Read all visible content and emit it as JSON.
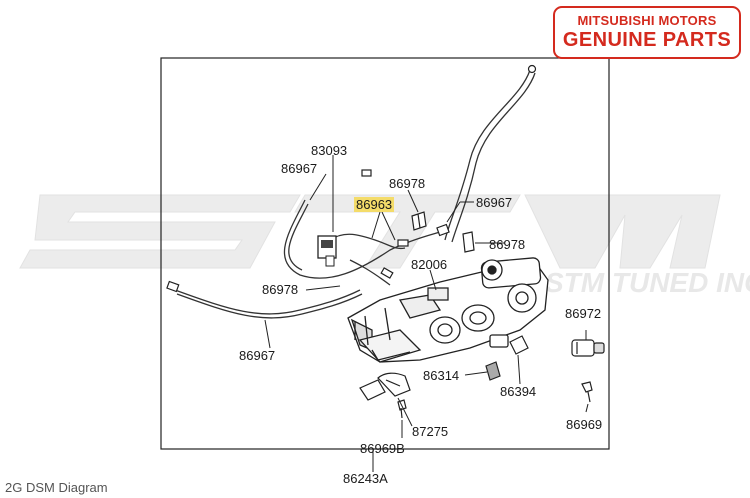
{
  "badge": {
    "line1": "MITSUBISHI MOTORS",
    "line2": "GENUINE PARTS",
    "color": "#d42a1e"
  },
  "watermark": {
    "text": "STM",
    "subtext": "STM TUNED INC.",
    "color": "#e6e6e6"
  },
  "caption": "2G DSM Diagram",
  "highlight_color": "#f4dc6a",
  "parts": {
    "p83093": "83093",
    "p86967_a": "86967",
    "p86978_a": "86978",
    "p86963": "86963",
    "p86967_b": "86967",
    "p86978_b": "86978",
    "p82006": "82006",
    "p86978_c": "86978",
    "p86972": "86972",
    "p86967_c": "86967",
    "p86314": "86314",
    "p86394": "86394",
    "p86969": "86969",
    "p87275": "87275",
    "p86969B": "86969B",
    "p86243A": "86243A"
  }
}
